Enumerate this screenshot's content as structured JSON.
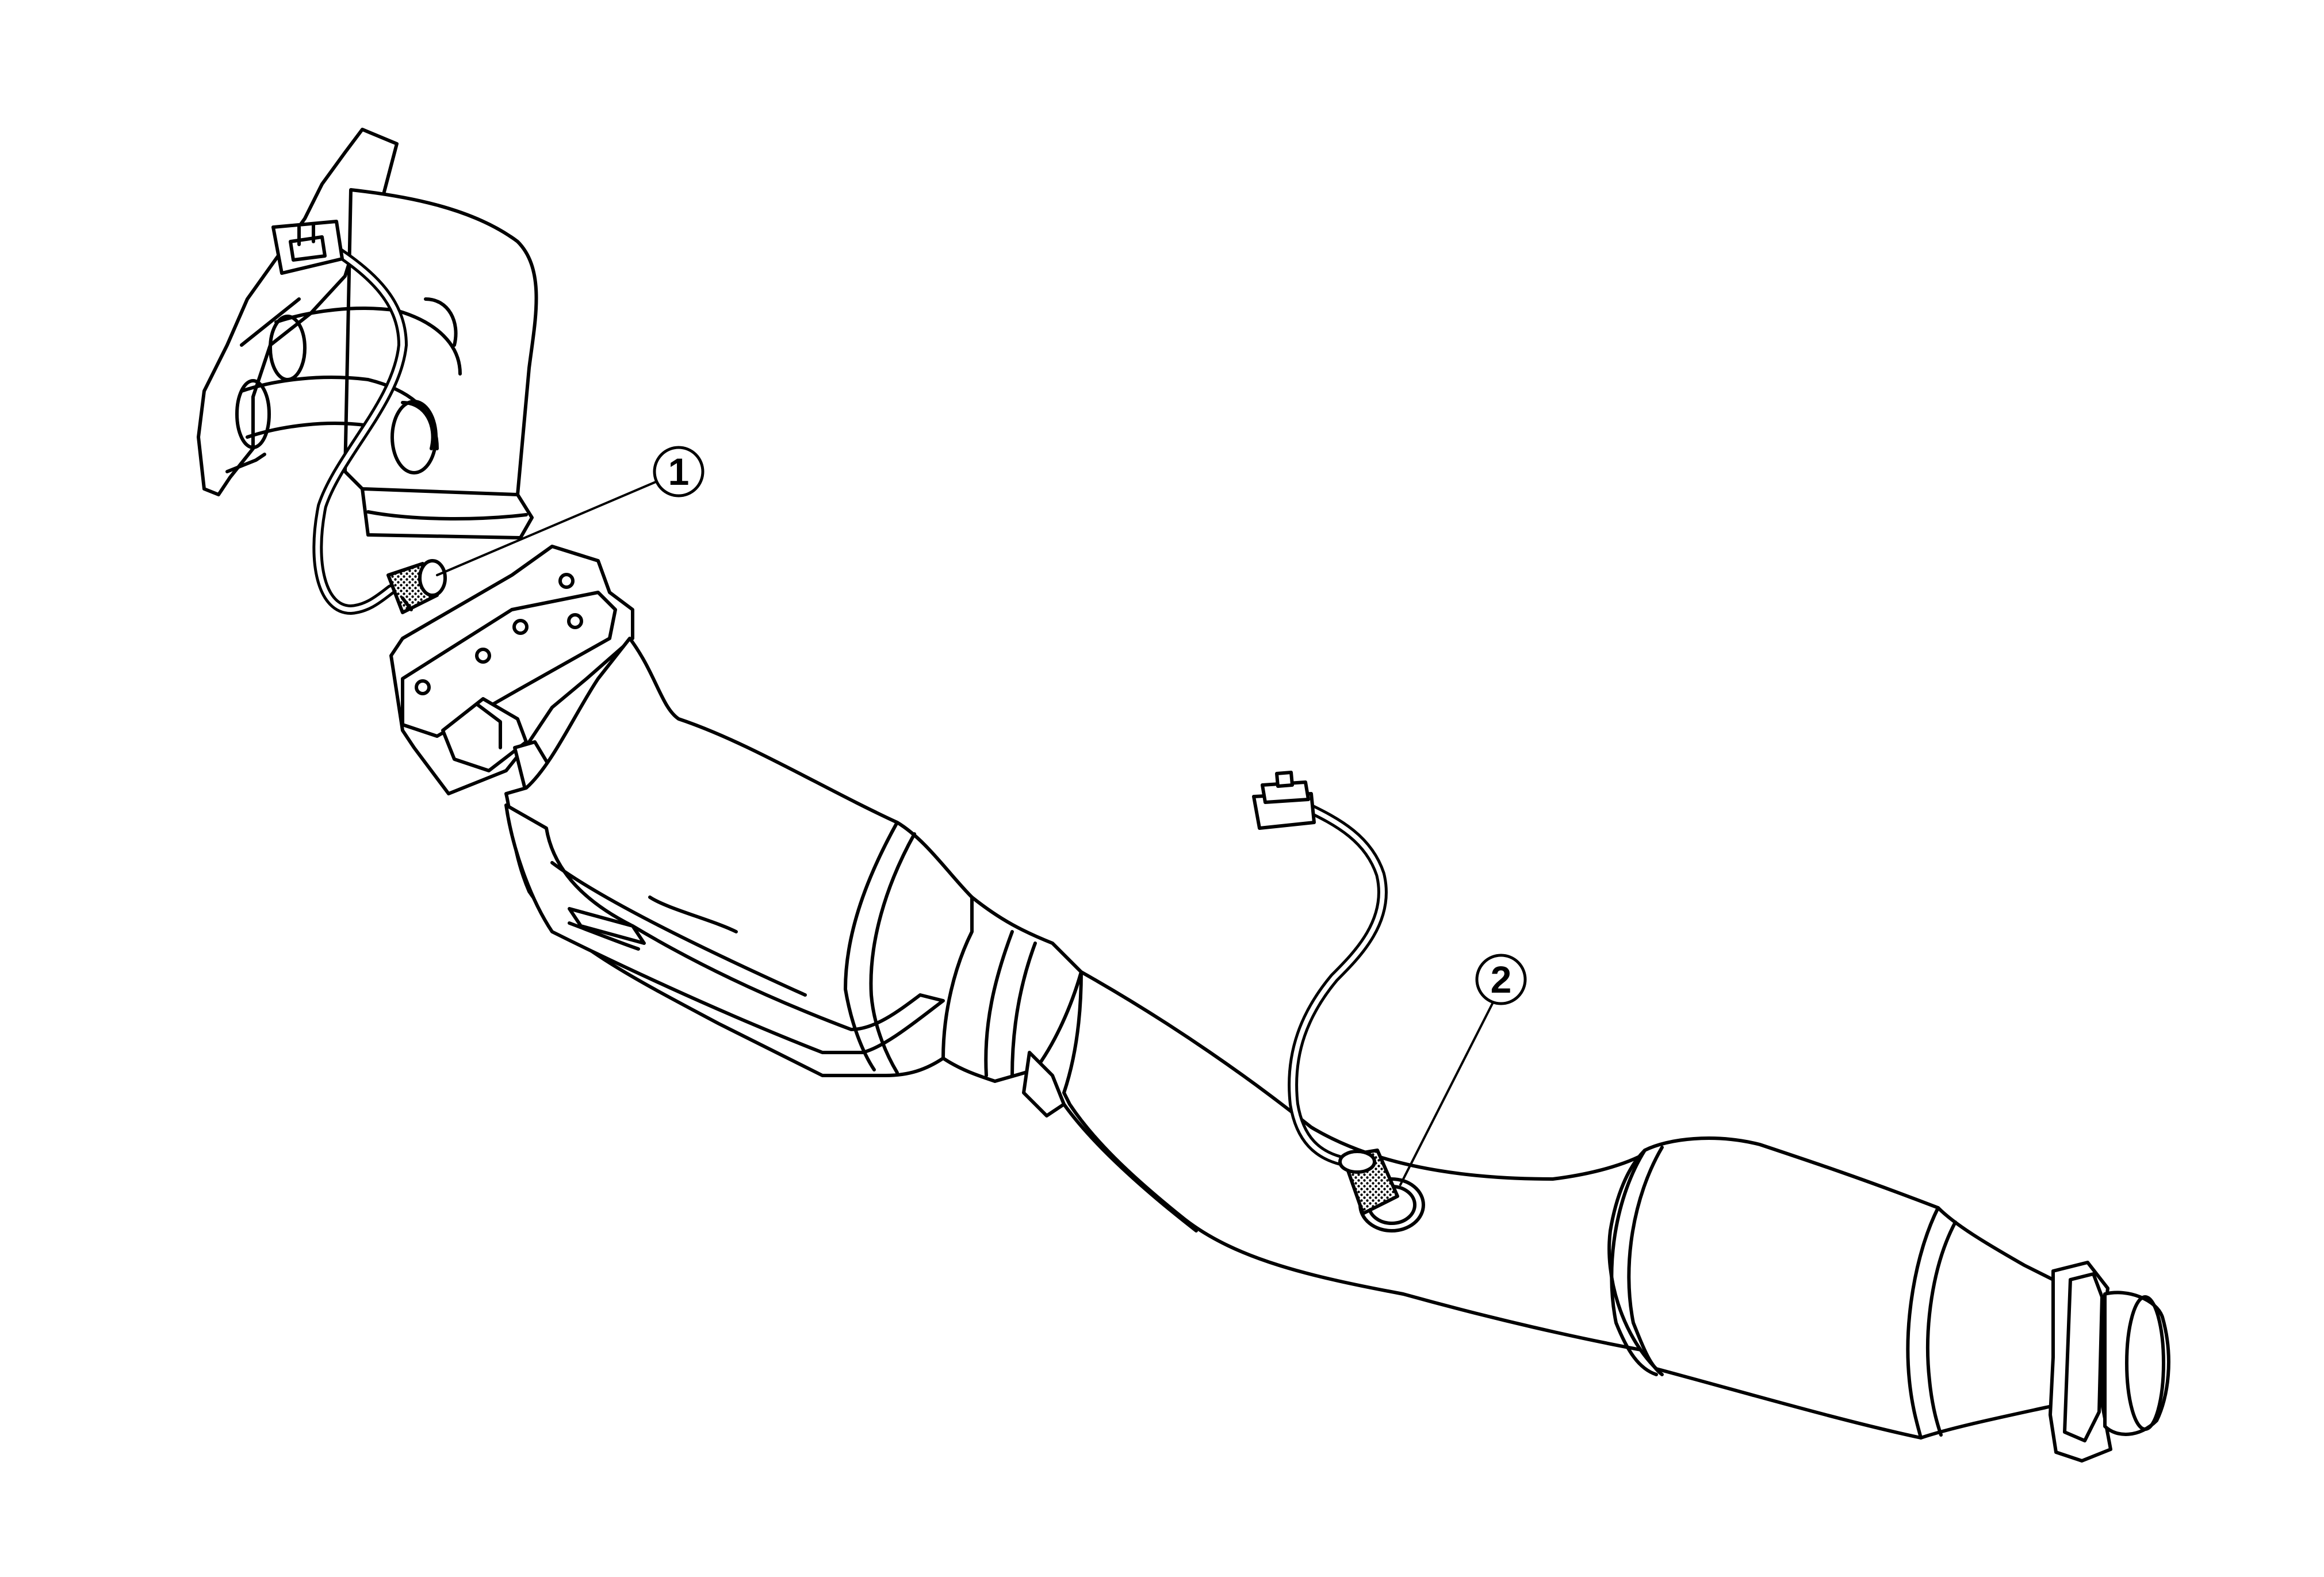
{
  "callouts": [
    {
      "id": "1",
      "label": "1"
    },
    {
      "id": "2",
      "label": "2"
    }
  ],
  "colors": {
    "line": "#000000",
    "background": "#ffffff",
    "sensor_pattern": "#000000"
  }
}
